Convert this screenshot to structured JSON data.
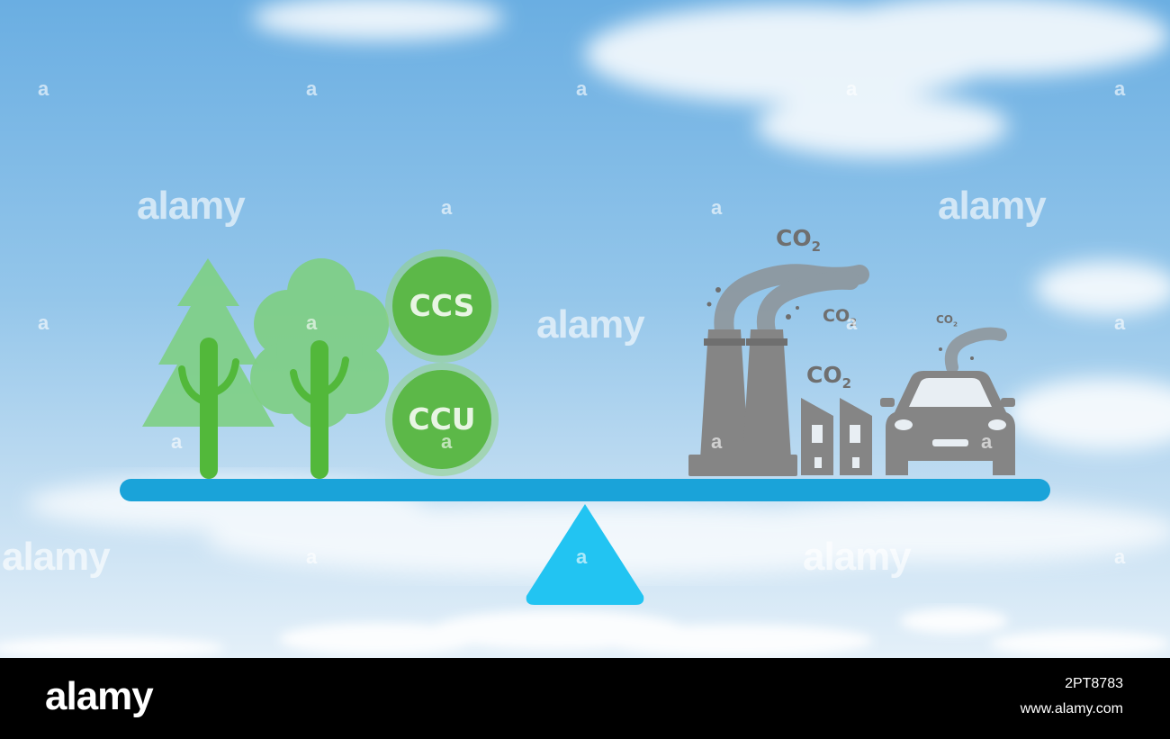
{
  "watermark": {
    "word": "alamy",
    "letter": "a"
  },
  "labels": {
    "ccs": "CCS",
    "ccu": "CCU",
    "co2_base": "CO",
    "co2_sub": "2"
  },
  "footer": {
    "logo": "alamy",
    "image_id": "2PT8783",
    "url": "www.alamy.com"
  },
  "colors": {
    "sky_top": "#6faee0",
    "beam": "#1aa3d9",
    "fulcrum": "#22c4f2",
    "green_dark": "#52b83a",
    "green_light": "#7fcf85",
    "gray": "#858585"
  },
  "icons": [
    "pine-tree-icon",
    "round-tree-icon",
    "factory-icon",
    "building-icon",
    "car-icon",
    "smoke-icon"
  ]
}
